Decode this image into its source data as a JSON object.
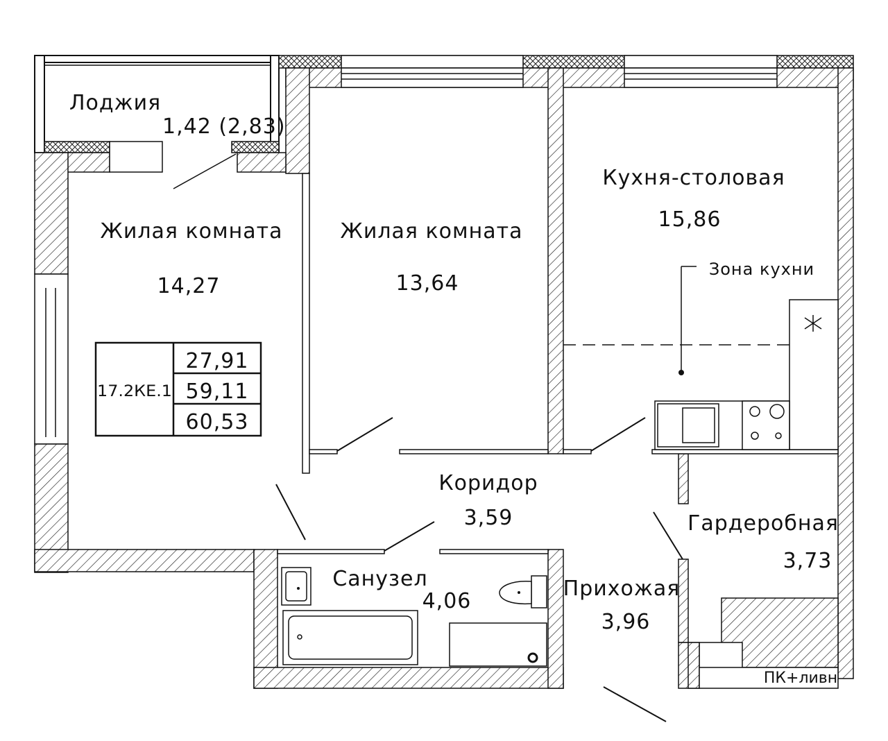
{
  "rooms": {
    "loggia": {
      "name": "Лоджия",
      "area": "1,42 (2,83)"
    },
    "living1": {
      "name": "Жилая комната",
      "area": "14,27"
    },
    "living2": {
      "name": "Жилая комната",
      "area": "13,64"
    },
    "kitchen": {
      "name": "Кухня-столовая",
      "area": "15,86"
    },
    "kitchen_zone": {
      "name": "Зона кухни"
    },
    "corridor": {
      "name": "Коридор",
      "area": "3,59"
    },
    "bathroom": {
      "name": "Санузел",
      "area": "4,06"
    },
    "hallway": {
      "name": "Прихожая",
      "area": "3,96"
    },
    "wardrobe": {
      "name": "Гардеробная",
      "area": "3,73"
    }
  },
  "info_box": {
    "code": "17.2КЕ.1",
    "area1": "27,91",
    "area2": "59,11",
    "area3": "60,53"
  },
  "pk_label": "ПК+ливн"
}
